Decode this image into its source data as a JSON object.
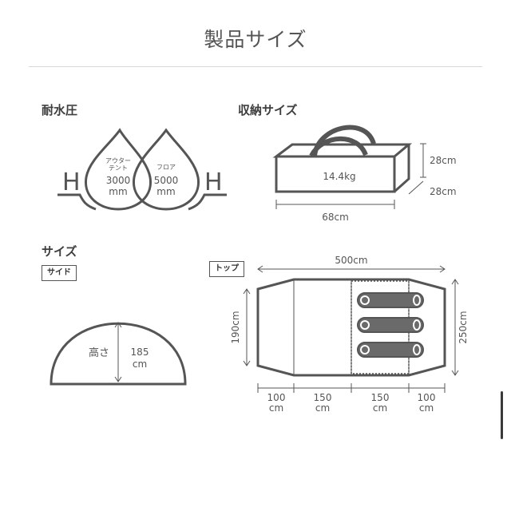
{
  "header": {
    "title": "製品サイズ"
  },
  "waterproof": {
    "heading": "耐水圧",
    "letter_left": "H",
    "letter_right": "H",
    "outer_line1": "アウター",
    "outer_line2": "テント",
    "outer_value": "3000",
    "outer_unit": "mm",
    "floor_label": "フロア",
    "floor_value": "5000",
    "floor_unit": "mm"
  },
  "storage": {
    "heading": "収納サイズ",
    "weight": "14.4kg",
    "height": "28cm",
    "depth": "28cm",
    "width": "68cm"
  },
  "size": {
    "heading": "サイズ",
    "side_tag": "サイド",
    "height_label": "高さ",
    "height_value": "185",
    "height_unit": "cm",
    "top_tag": "トップ",
    "total_length": "500cm",
    "inner_height": "190cm",
    "total_width": "250cm",
    "seg1_value": "100",
    "seg1_unit": "cm",
    "seg2_value": "150",
    "seg2_unit": "cm",
    "seg3_value": "150",
    "seg3_unit": "cm",
    "seg4_value": "100",
    "seg4_unit": "cm"
  },
  "colors": {
    "line": "#555555",
    "text": "#4a4a4a"
  }
}
